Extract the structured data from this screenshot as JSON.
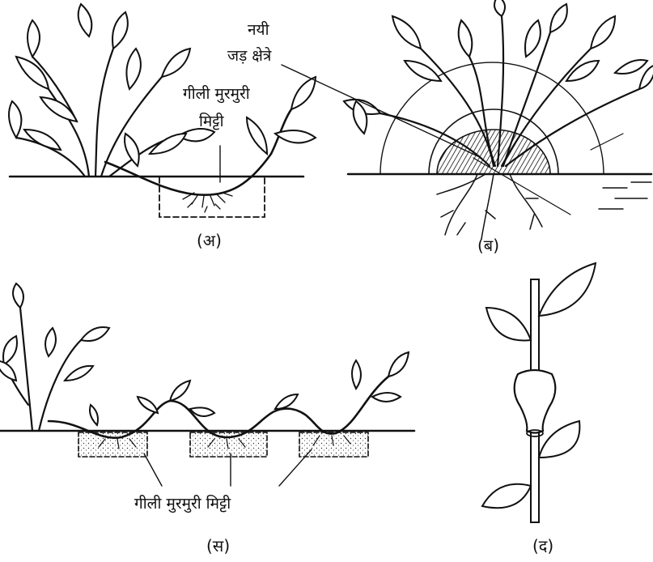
{
  "panels": {
    "a": {
      "caption": "(अ)",
      "label_line1": "गीली मुरमुरी",
      "label_line2": "मिट्टी"
    },
    "b": {
      "caption": "(ब)",
      "label_line1": "नयी",
      "label_line2": "जड़ क्षेत्रे"
    },
    "c": {
      "caption": "(स)",
      "label": "गीली मुरमुरी मिट्टी"
    },
    "d": {
      "caption": "(द)"
    }
  },
  "colors": {
    "ink": "#111111",
    "background": "#ffffff"
  }
}
